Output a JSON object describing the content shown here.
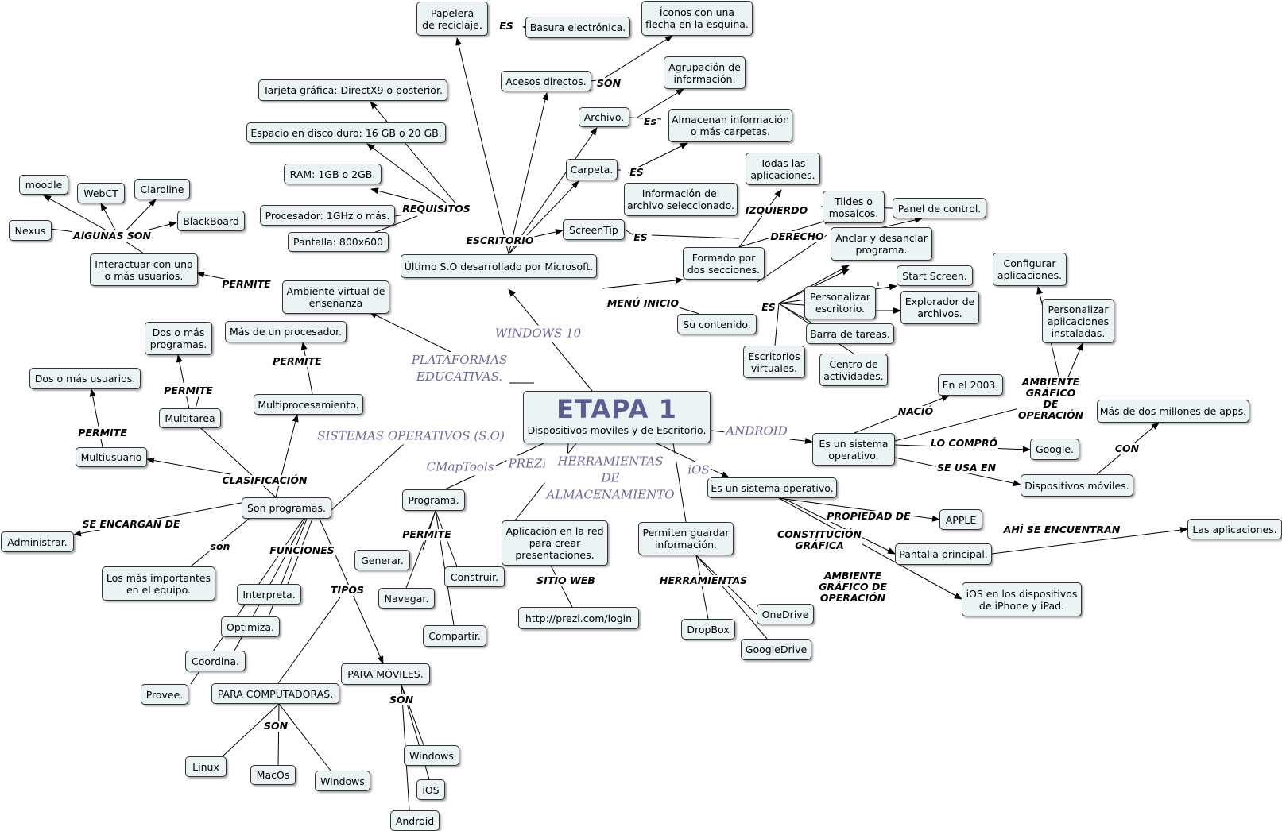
{
  "main_node": {
    "title": "ETAPA 1",
    "subtitle": "Dispositivos moviles y de Escritorio."
  },
  "nodes": {
    "papelera": "Papelera\nde reciclaje.",
    "basura": "Basura electrónica.",
    "iconos": "Íconos con una\nflecha en la esquina.",
    "accesos": "Acesos directos.",
    "agrupacion": "Agrupación de\ninformación.",
    "archivo": "Archivo.",
    "almacenan": "Almacenan información\no más carpetas.",
    "carpeta": "Carpeta.",
    "tarjeta": "Tarjeta gráfica: DirectX9 o posterior.",
    "espacio": "Espacio en disco duro: 16 GB o 20 GB.",
    "ram": "RAM: 1GB o 2GB.",
    "procesador": "Procesador: 1GHz o más.",
    "pantalla": "Pantalla: 800x600",
    "screentip": "ScreenTip",
    "infoarchivo": "Información del\narchivo seleccionado.",
    "todas": "Todas las\naplicaciones.",
    "tildes": "Tildes o\nmosaicos.",
    "panel": "Panel de control.",
    "ultimo": "Último S.O desarrollado por Microsoft.",
    "formado": "Formado por\ndos secciones.",
    "anclar": "Anclar y desanclar\nprograma.",
    "startscreen": "Start Screen.",
    "configurar": "Configurar\naplicaciones.",
    "personalizar_esc": "Personalizar\nescritorio.",
    "explorador": "Explorador de\narchivos.",
    "personalizar_apps": "Personalizar\naplicaciones\ninstaladas.",
    "sucontenido": "Su contenido.",
    "barra": "Barra de tareas.",
    "escritorios": "Escritorios\nvirtuales.",
    "centro": "Centro de\nactividades.",
    "moodle": "moodle",
    "webct": "WebCT",
    "claroline": "Claroline",
    "blackboard": "BlackBoard",
    "nexus": "Nexus",
    "interactuar": "Interactuar con uno\no más usuarios.",
    "ambiente": "Ambiente virtual de\nenseñanza",
    "dosprog": "Dos o más\nprogramas.",
    "masproc": "Más de un procesador.",
    "dosusuarios": "Dos o más usuarios.",
    "multitarea": "Multitarea",
    "multiproc": "Multiprocesamiento.",
    "multiusuario": "Multiusuario",
    "sonprogramas": "Son programas.",
    "administrar": "Administrar.",
    "losmas": "Los más importantes\nen el equipo.",
    "interpreta": "Interpreta.",
    "optimiza": "Optimiza.",
    "coordina": "Coordina.",
    "provee": "Provee.",
    "paracomp": "PARA COMPUTADORAS.",
    "paramov": "PARA MÓVILES.",
    "linux": "Linux",
    "macos": "MacOs",
    "windows1": "Windows",
    "windows2": "Windows",
    "ios2": "iOS",
    "android2": "Android",
    "programa": "Programa.",
    "generar": "Generar.",
    "construir": "Construir.",
    "navegar": "Navegar.",
    "compartir": "Compartir.",
    "aplicacion": "Aplicación en la red\npara crear\npresentaciones.",
    "preziurl": "http://prezi.com/login",
    "permiten": "Permiten guardar\ninformación.",
    "dropbox": "DropBox",
    "onedrive": "OneDrive",
    "googledrive": "GoogleDrive",
    "en2003": "En el 2003.",
    "essistema": "Es un sistema\noperativo.",
    "masdedos": "Más de dos millones de apps.",
    "google": "Google.",
    "dispositivos": "Dispositivos móviles.",
    "esunsistema": "Es un sistema operativo.",
    "apple": "APPLE",
    "pantallaprincipal": "Pantalla principal.",
    "lasaplicaciones": "Las aplicaciones.",
    "iosiphone": "iOS en los dispositivos\nde iPhone y iPad."
  },
  "links": {
    "es1": "ES",
    "son1": "SON",
    "es2": "Es",
    "es3": "ES",
    "es4": "ES",
    "requisitos": "REQUISITOS",
    "escritorio": "ESCRITORIO",
    "izquierdo": "IZQUIERDO",
    "derecho": "DERECHO",
    "menuinicio": "MENÚ INICIO",
    "es5": "ES",
    "algunasson": "AlGUNAS SON",
    "permite1": "PERMITE",
    "permite2": "PERMITE",
    "permite3": "PERMITE",
    "permite4": "PERMITE",
    "clasificacion": "CLASIFICACIÓN",
    "seencargan": "SE ENCARGAN DE",
    "son2": "son",
    "funciones": "FUNCIONES",
    "tipos": "TIPOS",
    "son3": "SON",
    "son4": "SON",
    "permite5": "PERMITE",
    "sitioweb": "SITIO WEB",
    "herramientas": "HERRAMIENTAS",
    "nacio": "NACIÓ",
    "locompro": "LO COMPRÓ",
    "seusaen": "SE USA EN",
    "con": "CON",
    "ambientegrafico1": "AMBIENTE\nGRÁFICO\nDE\nOPERACIÓN",
    "propiedad": "PROPIEDAD DE",
    "constitucion": "CONSTITUCIÓN\nGRÁFICA",
    "ahise": "AHÍ SE ENCUENTRAN",
    "ambientegrafico2": "AMBIENTE\nGRÁFICO DE\nOPERACIÓN"
  },
  "categories": {
    "windows10": "WINDOWS 10",
    "plataformas": "PLATAFORMAS\nEDUCATIVAS.",
    "sistemas": "SISTEMAS OPERATIVOS (S.O)",
    "cmaptools": "CMapTools",
    "prezi": "PREZI",
    "herramientas": "HERRAMIENTAS\nDE\nALMACENAMIENTO",
    "ios": "iOS",
    "android": "ANDROID"
  }
}
